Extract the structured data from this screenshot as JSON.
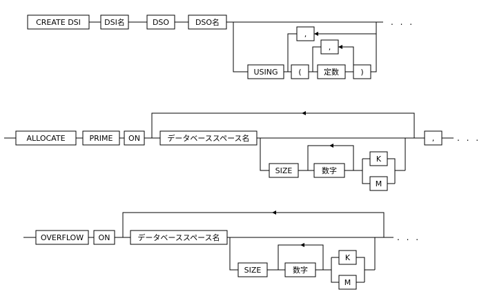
{
  "create_dsi": {
    "create_dsi": "CREATE DSI",
    "dsi_name": "DSI名",
    "dso": "DSO",
    "dso_name": "DSO名",
    "using": "USING",
    "comma_outer": ",",
    "comma_inner": ",",
    "lparen": "(",
    "constant": "定数",
    "rparen": ")",
    "continuation": ". . ."
  },
  "allocate": {
    "allocate": "ALLOCATE",
    "prime": "PRIME",
    "on": "ON",
    "dbspace_name": "データベーススペース名",
    "comma": ",",
    "size": "SIZE",
    "number": "数字",
    "k": "K",
    "m": "M",
    "continuation": ". . ."
  },
  "overflow": {
    "overflow": "OVERFLOW",
    "on": "ON",
    "dbspace_name": "データベーススペース名",
    "size": "SIZE",
    "number": "数字",
    "k": "K",
    "m": "M",
    "continuation": ". . ."
  }
}
